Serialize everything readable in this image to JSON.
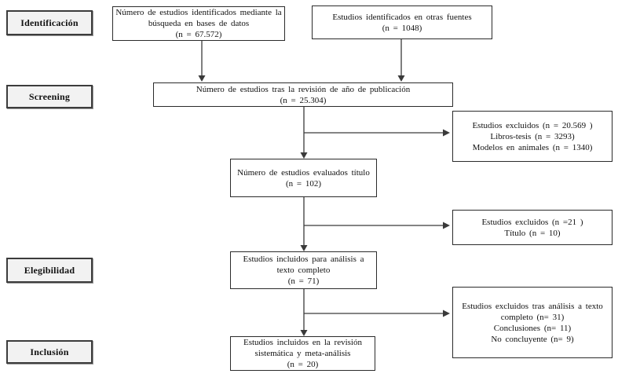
{
  "diagram_type": "prisma-flow-diagram",
  "colors": {
    "background": "#ffffff",
    "stage_fill": "#f2f2f2",
    "box_border": "#2b2b2b",
    "arrow": "#3a3a3a"
  },
  "stages": [
    {
      "label": "Identificación"
    },
    {
      "label": "Screening"
    },
    {
      "label": "Elegibilidad"
    },
    {
      "label": "Inclusión"
    }
  ],
  "boxes": {
    "identified_db": {
      "lines": [
        "Número de estudios identificados mediante la",
        "búsqueda en bases de datos",
        "(n = 67.572)"
      ]
    },
    "other_sources": {
      "lines": [
        "Estudios identificados en otras fuentes",
        "(n = 1048)"
      ]
    },
    "after_year_review": {
      "lines": [
        "Número de estudios tras la revisión de año de publicación",
        "(n = 25.304)"
      ]
    },
    "excluded_screening": {
      "lines": [
        "Estudios excluidos (n = 20.569 )",
        "Libros-tesis (n = 3293)",
        "Modelos en animales (n = 1340)"
      ]
    },
    "evaluated_title": {
      "lines": [
        "Número de estudios evaluados título",
        "(n = 102)"
      ]
    },
    "excluded_title": {
      "lines": [
        "Estudios excluidos (n =21 )",
        "Título (n = 10)"
      ]
    },
    "fulltext_analysis": {
      "lines": [
        "Estudios incluidos para análisis a",
        "texto completo",
        "(n = 71)"
      ]
    },
    "excluded_fulltext": {
      "lines": [
        "Estudios excluidos tras análisis a texto",
        "completo (n= 31)",
        "Conclusiones (n= 11)",
        "No concluyente (n= 9)"
      ]
    },
    "included_final": {
      "lines": [
        "Estudios incluidos en la revisión",
        "sistemática y meta-análisis",
        "(n = 20)"
      ]
    }
  }
}
